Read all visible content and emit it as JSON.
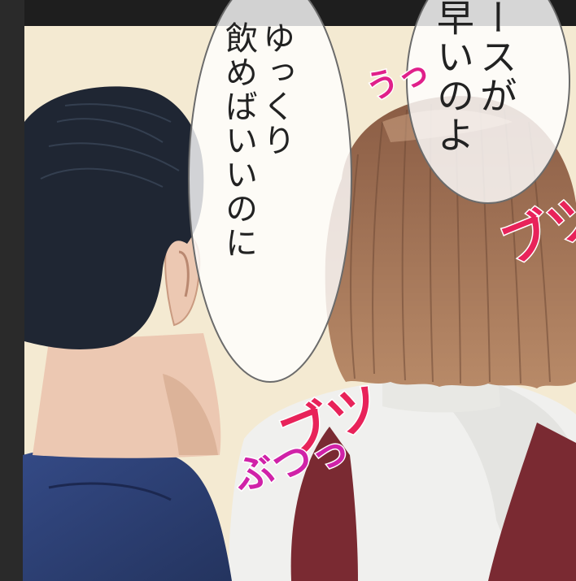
{
  "speech_bubbles": {
    "right": {
      "text": "ースが\n早いのよ"
    },
    "left": {
      "text": "ゆっくり\n飲めばいいのに"
    }
  },
  "sound_effects": {
    "tiny": "うっ",
    "right": "ブツ",
    "mid": "ブツ",
    "bottom": "ぶつっ"
  },
  "colors": {
    "wall": "#f4ead2",
    "frame": "#1e1e1e",
    "man_hair": "#1f2633",
    "man_skin": "#ecc8b2",
    "man_jacket": "#2f4176",
    "woman_hair": "#9c6e52",
    "woman_sweater": "#f0f0ee",
    "woman_vest": "#7a2a32",
    "sfx_pink": "#e8235a",
    "sfx_magenta": "#d022a8"
  }
}
